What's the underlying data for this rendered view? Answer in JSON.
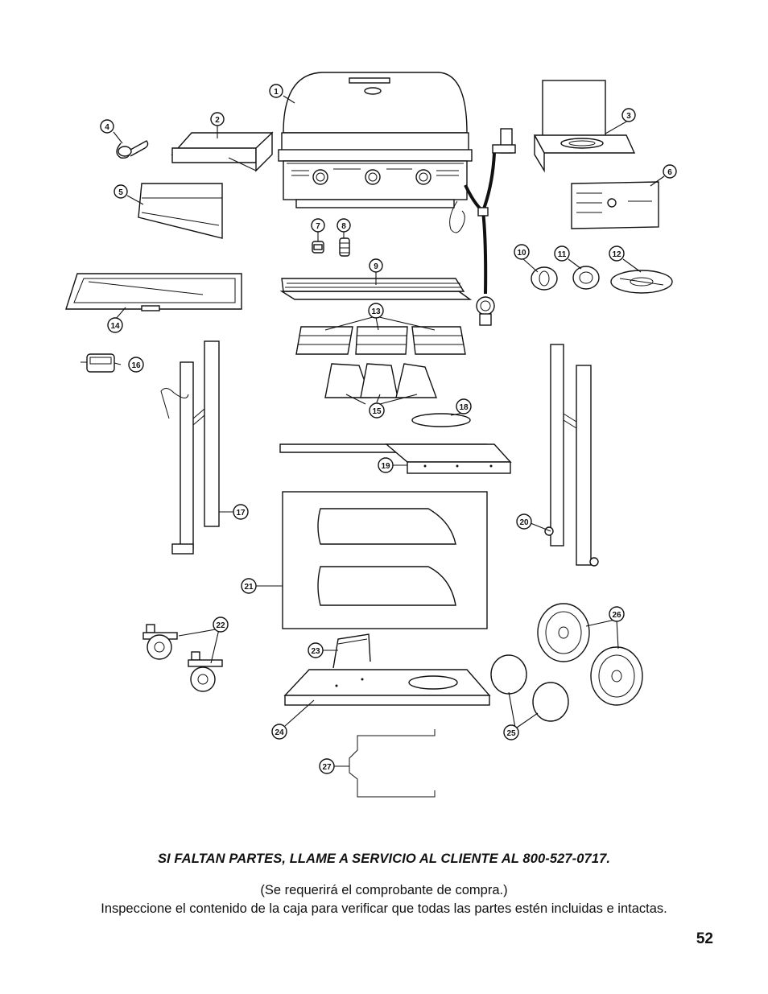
{
  "diagram": {
    "callouts": [
      "1",
      "2",
      "3",
      "4",
      "5",
      "6",
      "7",
      "8",
      "9",
      "10",
      "11",
      "12",
      "13",
      "14",
      "15",
      "16",
      "17",
      "18",
      "19",
      "20",
      "21",
      "22",
      "23",
      "24",
      "25",
      "26",
      "27"
    ]
  },
  "footer": {
    "notice": "SI FALTAN PARTES, LLAME A SERVICIO AL CLIENTE AL 800-527-0717.",
    "receipt_note": "(Se requerirá el comprobante de compra.)",
    "inspect_note": "Inspeccione el contenido de la caja para verificar que todas las partes estén incluidas e intactas.",
    "page_number": "52"
  }
}
